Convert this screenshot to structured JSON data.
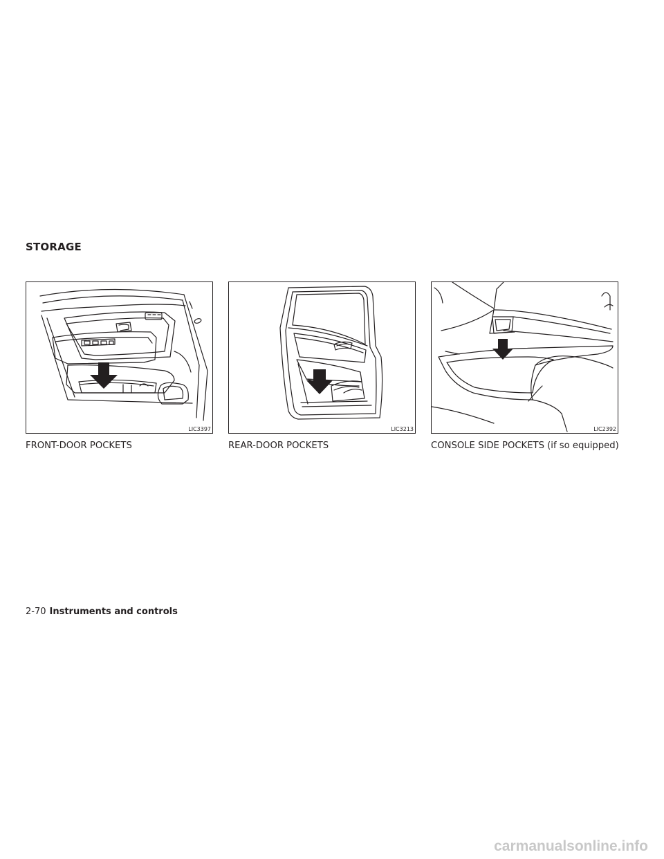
{
  "section": {
    "title": "STORAGE"
  },
  "figures": [
    {
      "code": "LIC3397",
      "caption": "FRONT-DOOR POCKETS",
      "icon": "front-door-pocket-illustration"
    },
    {
      "code": "LIC3213",
      "caption": "REAR-DOOR POCKETS",
      "icon": "rear-door-pocket-illustration"
    },
    {
      "code": "LIC2392",
      "caption": "CONSOLE SIDE POCKETS (if so equipped)",
      "icon": "console-side-pocket-illustration"
    }
  ],
  "footer": {
    "page_number": "2-70",
    "chapter": "Instruments and controls"
  },
  "watermark": "carmanualsonline.info",
  "colors": {
    "ink": "#231f20",
    "background": "#ffffff",
    "watermark": "#c8c8c8"
  }
}
